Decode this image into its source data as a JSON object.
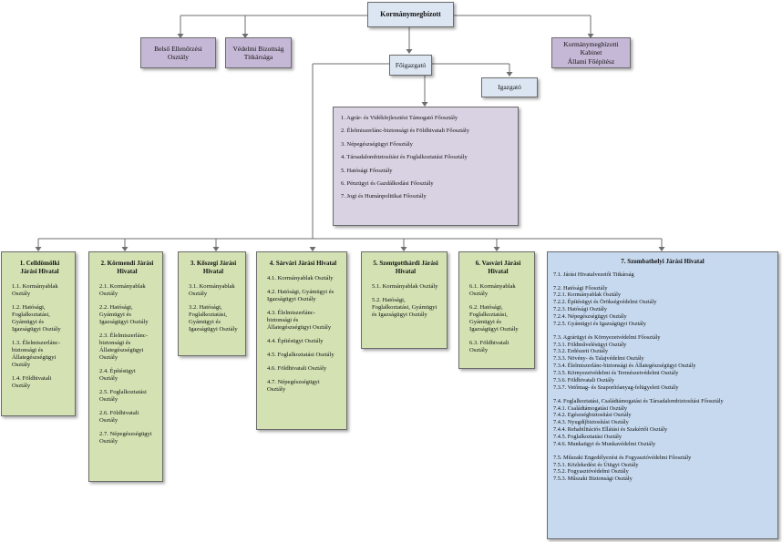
{
  "top": {
    "title": "Kormánymegbízott"
  },
  "top_units": {
    "belso": [
      "Belső Ellenőrzési",
      "Osztály"
    ],
    "vedelmi": [
      "Védelmi Bizottság",
      "Titkársága"
    ],
    "kabinet": [
      "Kormánymegbízotti",
      "Kabinet",
      "Állami Főépítész"
    ]
  },
  "foigazgato": {
    "title": "Főigazgató"
  },
  "igazgato": {
    "title": "Igazgató"
  },
  "departments": [
    "1. Agrár- és Vidékfejlesztést Támogató Főosztály",
    "2. Élelmiszerlánc-biztonsági és Földhivatali Főosztály",
    "3. Népegészségügyi Főosztály",
    "4. Társadalombiztosítási és Foglalkoztatási Főosztály",
    "5. Hatósági Főosztály",
    "6. Pénzügyi és Gazdálkodási Főosztály",
    "7. Jogi és Humánpolitikai Főosztály"
  ],
  "offices": [
    {
      "title": [
        "1. Celldömölki",
        "Járási Hivatal"
      ],
      "items": [
        "1.1. Kormányablak Osztály",
        "1.2. Hatósági, Foglalkoztatási, Gyámügyi és Igazságügyi Osztály",
        "1.3. Élelmiszerlánc-biztonsági és Állategészségügyi Osztály",
        "1.4. Földhivatali Osztály"
      ]
    },
    {
      "title": [
        "2. Körmendi Járási",
        "Hivatal"
      ],
      "items": [
        "2.1. Kormányablak Osztály",
        "2.2. Hatósági, Gyámügyi és Igazságügyi Osztály",
        "2.3. Élelmiszerlánc-biztonsági és Állategészségügyi Osztály",
        "2.4. Építésügyi Osztály",
        "2.5. Foglalkoztatási Osztály",
        "2.6. Földhivatali Osztály",
        "2.7. Népegészségügyi Osztály"
      ]
    },
    {
      "title": [
        "3. Kőszegi Járási",
        "Hivatal"
      ],
      "items": [
        "3.1. Kormányablak Osztály",
        "3.2. Hatósági, Foglalkoztatási, Gyámügyi és Igazságügyi Osztály"
      ]
    },
    {
      "title": [
        "4. Sárvári Járási Hivatal"
      ],
      "items": [
        "4.1. Kormányablak Osztály",
        "4.2. Hatósági, Gyámügyi és Igazságügyi Osztály",
        "4.3. Élelmiszerlánc-biztonsági és Állategészségügyi Osztály",
        "4.4. Építésügyi Osztály",
        "4.5. Foglalkoztatási Osztály",
        "4.6. Földhivatali Osztály",
        "4.7. Népegészségügyi Osztály"
      ]
    },
    {
      "title": [
        "5. Szentgotthárdi Járási",
        "Hivatal"
      ],
      "items": [
        "5.1. Kormányablak Osztály",
        "5.2. Hatósági, Foglalkoztatási, Gyámügyi és Igazságügyi Osztály"
      ]
    },
    {
      "title": [
        "6. Vasvári Járási",
        "Hivatal"
      ],
      "items": [
        "6.1. Kormányablak Osztály",
        "6.2. Hatósági, Foglalkoztatási, Gyámügyi és Igazságügyi Osztály",
        "6.3. Földhivatali Osztály"
      ]
    }
  ],
  "szombathely": {
    "title": "7. Szombathelyi Járási Hivatal",
    "groups": [
      [
        "7.1. Járási Hivatalvezetői Titkárság"
      ],
      [
        "7.2. Hatósági Főosztály",
        "7.2.1. Kormányablak Osztály",
        "7.2.2. Építésügyi és Örökségvédelmi Osztály",
        "7.2.3. Hatósági Osztály",
        "7.2.4. Népegészségügyi Osztály",
        "7.2.5. Gyámügyi és Igazságügyi Osztály"
      ],
      [
        "7.3. Agrárügyi és Környezetvédelmi Főosztály",
        "7.3.1. Földművelésügyi Osztály",
        "7.3.2. Erdészeti Osztály",
        "7.3.3. Növény- és Talajvédelmi Osztály",
        "7.3.4. Élelmiszerlánc-biztonsági és Állategészségügyi Osztály",
        "7.3.5. Környezetvédelmi és Természetvédelmi Osztály",
        "7.3.6. Földhivatali Osztály",
        "7.3.7. Vetőmag- és Szaporítóanyag-felügyeleti Osztály"
      ],
      [
        "7.4. Foglalkoztatási, Családtámogatási és Társadalombiztosítási Főosztály",
        "7.4.1. Családtámogatási Osztály",
        "7.4.2. Egészségbiztosítási Osztály",
        "7.4.3. Nyugdíjbiztosítási Osztály",
        "7.4.4. Rehabilitációs Ellátási és Szakértői Osztály",
        "7.4.5. Foglalkoztatási Osztály",
        "7.4.6. Munkaügyi és Munkavédelmi Osztály"
      ],
      [
        "7.5. Műszaki Engedélyezési és Fogyasztóvédelmi Főosztály",
        "7.5.1. Közlekedési és Útügyi Osztály",
        "7.5.2. Fogyasztóvédelmi Osztály",
        "7.5.3. Műszaki Biztonsági Osztály"
      ]
    ]
  },
  "colors": {
    "connector": "#6e6e6e",
    "top": "#dce6f2",
    "unit": "#c5b8d6",
    "main": "#d9d2e3",
    "office": "#d3e1b3",
    "city": "#c7d9ee"
  }
}
